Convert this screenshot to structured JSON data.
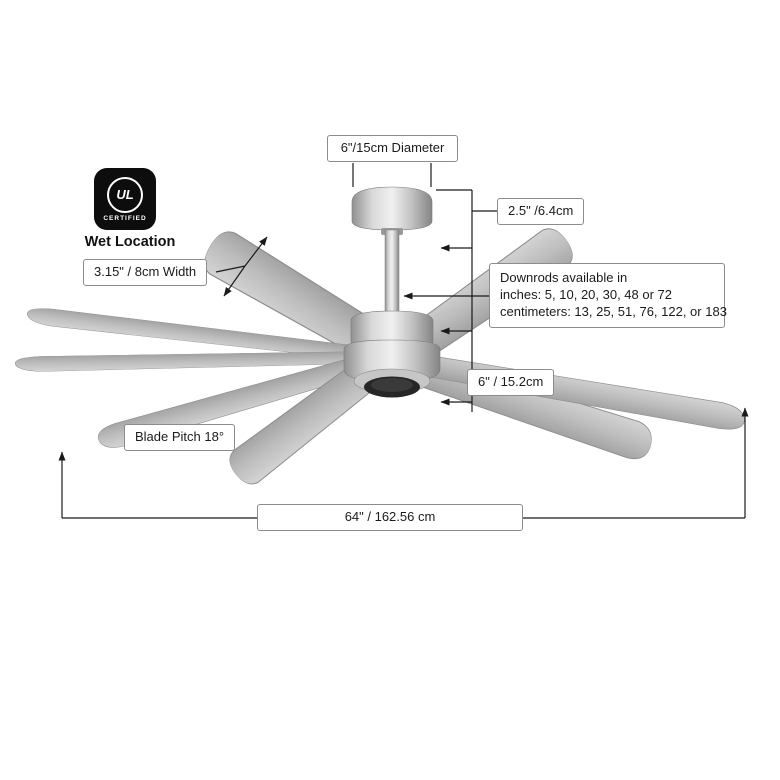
{
  "diagram": {
    "badge": {
      "ul": "UL",
      "certified": "CERTIFIED",
      "location": "Wet Location"
    },
    "labels": {
      "canopy_diameter": "6\"/15cm Diameter",
      "canopy_height": "2.5\" /6.4cm",
      "blade_width": "3.15\" / 8cm Width",
      "downrods_line1": "Downrods available in",
      "downrods_line2": "inches: 5, 10, 20, 30, 48 or 72",
      "downrods_line3": "centimeters: 13, 25, 51, 76, 122, or 183",
      "motor_height": "6\" / 15.2cm",
      "blade_pitch": "Blade Pitch 18°",
      "overall_width": "64\" / 162.56 cm"
    },
    "colors": {
      "dimension_line": "#1a1a1a",
      "box_border": "#8c8c8c",
      "badge_bg": "#0d0d0d",
      "metal_light": "#f0f0f0",
      "metal_dark": "#858585",
      "blade_gray": "#bdbdbd",
      "cap_dark": "#262626"
    }
  }
}
